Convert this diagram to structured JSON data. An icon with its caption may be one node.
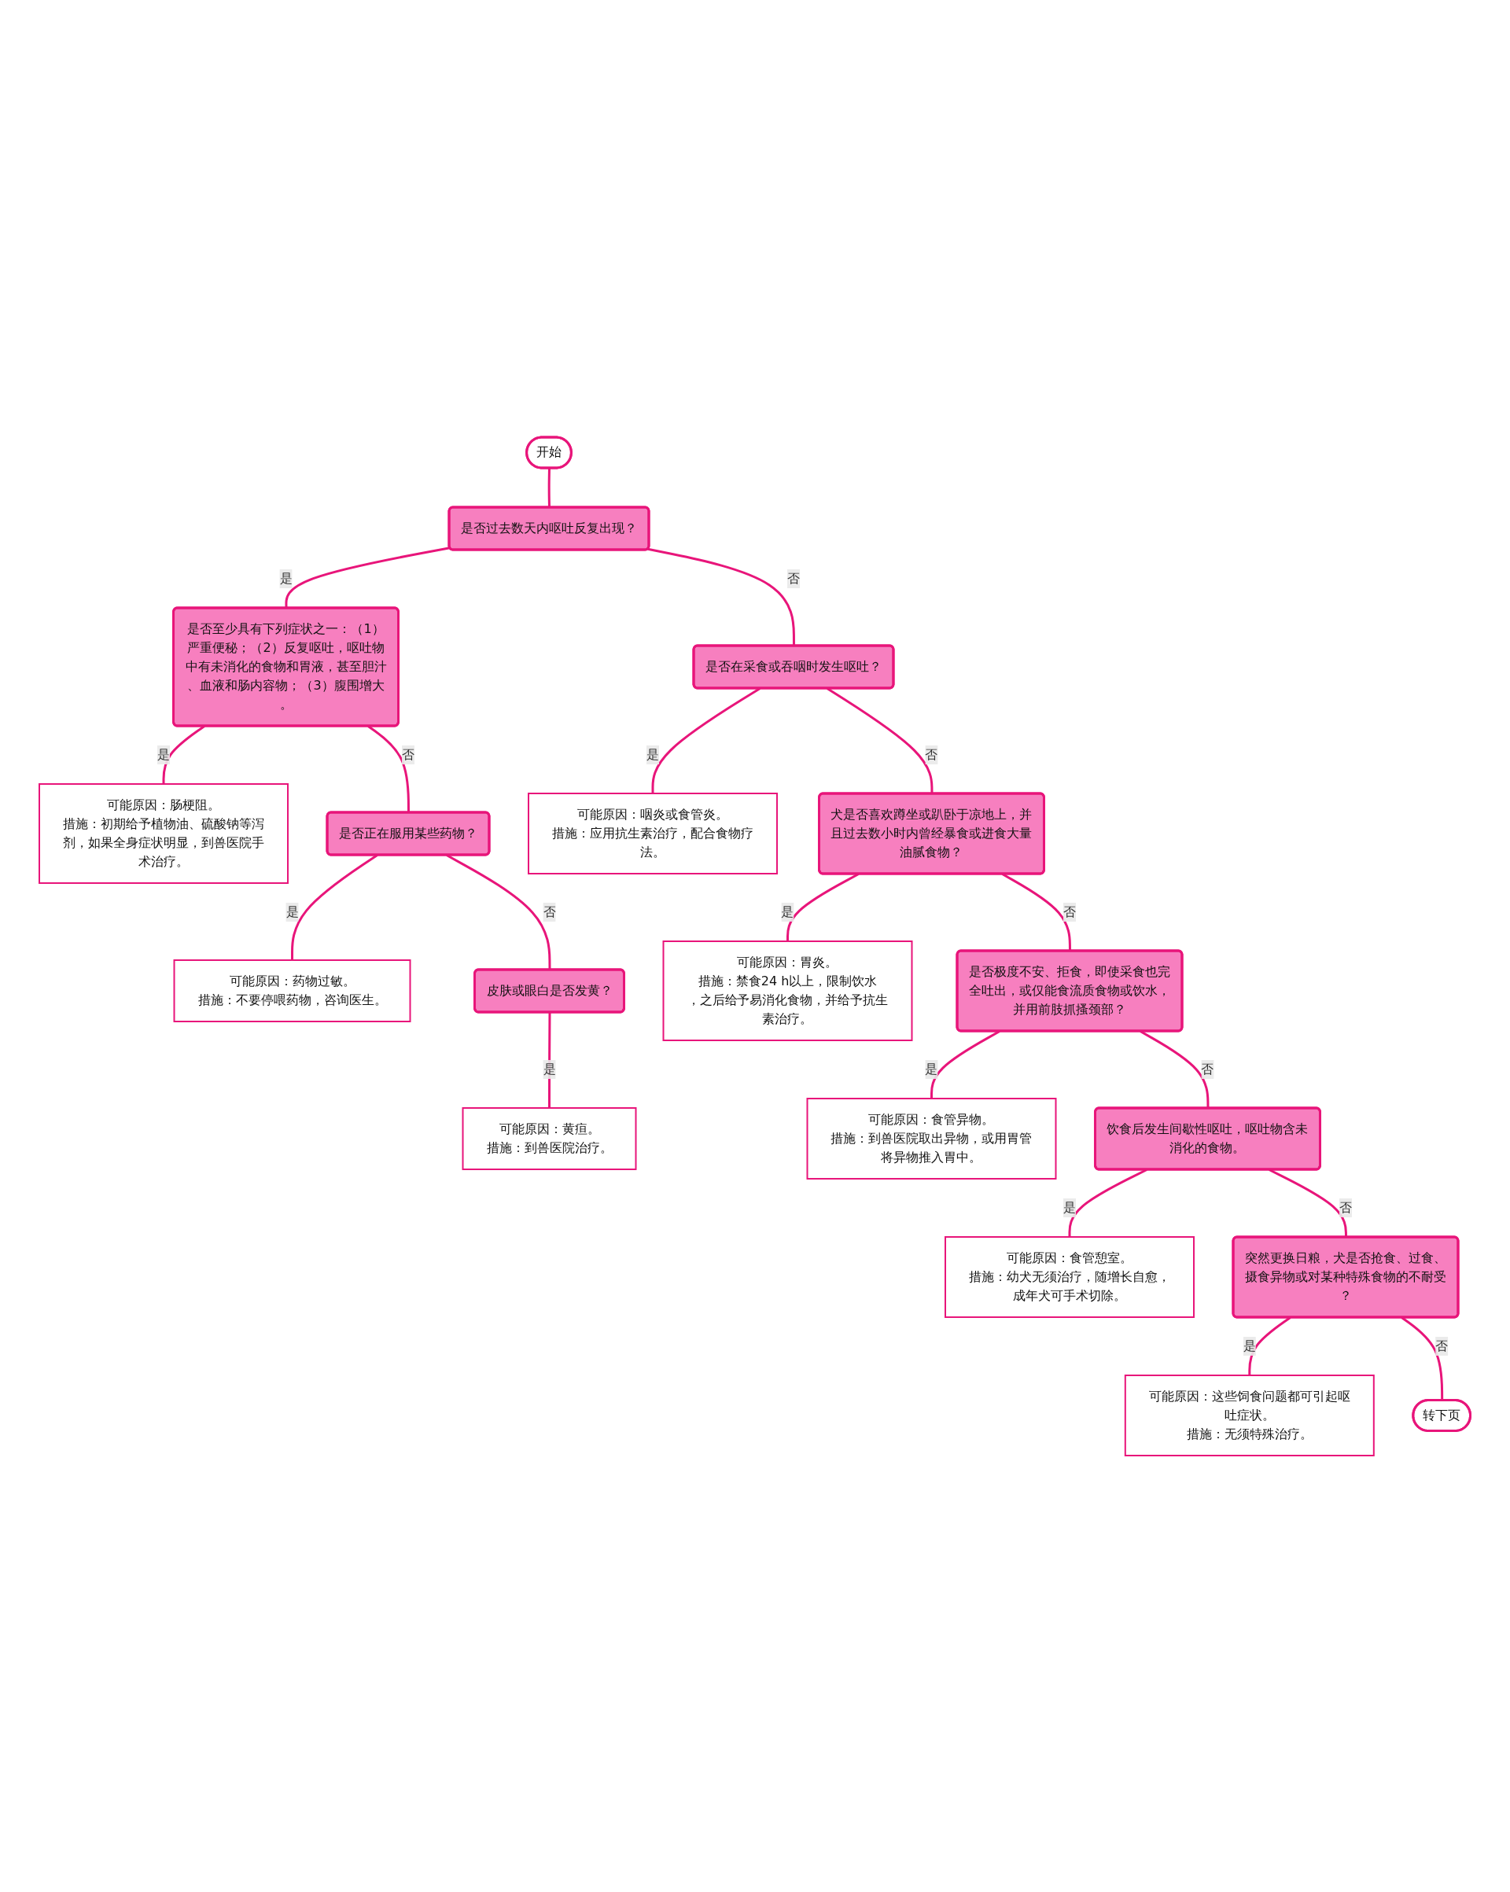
{
  "diagram": {
    "nodes": [
      {
        "text": [
          "开始"
        ]
      },
      {
        "text": [
          "是否过去数天内呕吐反复出现？"
        ]
      },
      {
        "text": [
          "是否至少具有下列症状之一：（1）严重便秘；（2）反复呕吐，呕吐物中有未消化的食物和胃液，甚至胆汁、血液和肠内容物；（3）腹围增大。"
        ]
      },
      {
        "text": [
          "可能原因：肠梗阻。",
          "措施：初期给予植物油、硫酸钠等泻剂，如果全身症状明显，到兽医院手术治疗。"
        ]
      },
      {
        "text": [
          "是否在采食或吞咽时发生呕吐？"
        ]
      },
      {
        "text": [
          "可能原因：咽炎或食管炎。",
          "措施：应用抗生素治疗，配合食物疗法。"
        ]
      },
      {
        "text": [
          "是否正在服用某些药物？"
        ]
      },
      {
        "text": [
          "可能原因：药物过敏。",
          "措施：不要停喂药物，咨询医生。"
        ]
      },
      {
        "text": [
          "皮肤或眼白是否发黄？"
        ]
      },
      {
        "text": [
          "可能原因：黄疸。",
          "措施：到兽医院治疗。"
        ]
      },
      {
        "text": [
          "犬是否喜欢蹲坐或趴卧于凉地上，并且过去数小时内曾经暴食或进食大量油腻食物？"
        ]
      },
      {
        "text": [
          "可能原因：胃炎。",
          "措施：禁食24 h以上，限制饮水，之后给予易消化食物，并给予抗生素治疗。"
        ]
      },
      {
        "text": [
          "是否极度不安、拒食，即使采食也完全吐出，或仅能食流质食物或饮水，并用前肢抓搔颈部？"
        ]
      },
      {
        "text": [
          "可能原因：食管异物。",
          "措施：到兽医院取出异物，或用胃管将异物推入胃中。"
        ]
      },
      {
        "text": [
          "饮食后发生间歇性呕吐，呕吐物含未消化的食物。"
        ]
      },
      {
        "text": [
          "可能原因：食管憩室。",
          "措施：幼犬无须治疗，随增长自愈，成年犬可手术切除。"
        ]
      },
      {
        "text": [
          "突然更换日粮，犬是否抢食、过食、摄食异物或对某种特殊食物的不耐受？"
        ]
      },
      {
        "text": [
          "可能原因：这些饲食问题都可引起呕吐症状。",
          "措施：无须特殊治疗。"
        ]
      },
      {
        "text": [
          "转下页"
        ]
      }
    ],
    "edges": [
      {
        "from": 0,
        "to": 1,
        "arrow": "none"
      },
      {
        "from": 1,
        "to": 2,
        "arrow": "none",
        "label": "是"
      },
      {
        "from": 2,
        "to": 3,
        "arrow": "none",
        "label": "是"
      },
      {
        "from": 2,
        "to": 6,
        "arrow": "none",
        "label": "否"
      },
      {
        "from": 6,
        "to": 7,
        "arrow": "none",
        "label": "是"
      },
      {
        "from": 6,
        "to": 8,
        "arrow": "none",
        "label": "否"
      },
      {
        "from": 8,
        "to": 9,
        "arrow": "none",
        "label": "是"
      },
      {
        "from": 1,
        "to": 4,
        "arrow": "none",
        "label": "否"
      },
      {
        "from": 4,
        "to": 5,
        "arrow": "none",
        "label": "是"
      },
      {
        "from": 4,
        "to": 10,
        "arrow": "none",
        "label": "否"
      },
      {
        "from": 10,
        "to": 11,
        "arrow": "none",
        "label": "是"
      },
      {
        "from": 10,
        "to": 12,
        "arrow": "none",
        "label": "否"
      },
      {
        "from": 12,
        "to": 13,
        "arrow": "none",
        "label": "是"
      },
      {
        "from": 12,
        "to": 14,
        "arrow": "none",
        "label": "否"
      },
      {
        "from": 14,
        "to": 15,
        "arrow": "none",
        "label": "是"
      },
      {
        "from": 14,
        "to": 16,
        "arrow": "none",
        "label": "否"
      },
      {
        "from": 16,
        "to": 17,
        "arrow": "none",
        "label": "是"
      },
      {
        "from": 16,
        "to": 18,
        "arrow": "none",
        "label": "否"
      }
    ]
  }
}
